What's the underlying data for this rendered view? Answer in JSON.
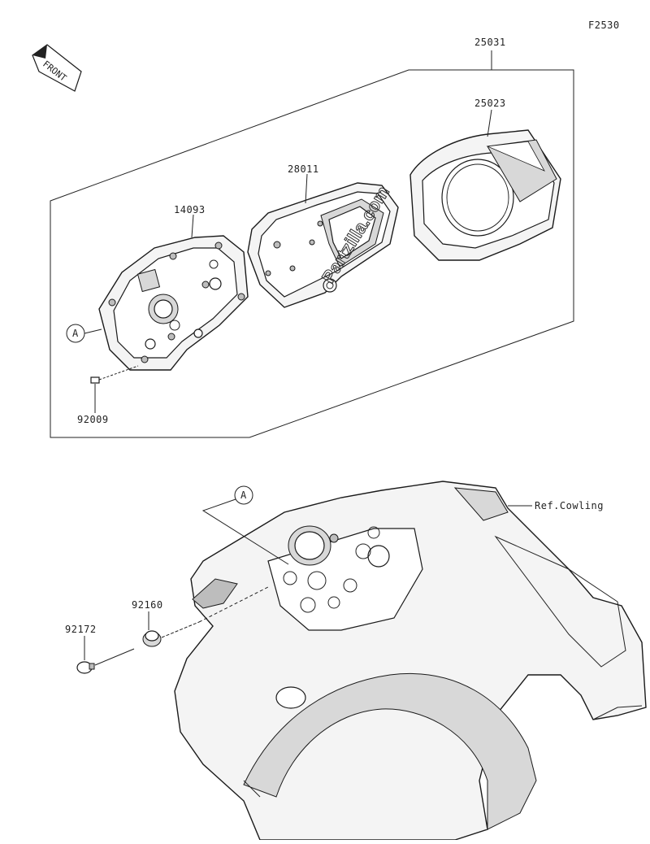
{
  "figure_code": "F2530",
  "front_label": "FRONT",
  "watermark": "Partzilla.com",
  "callouts": {
    "assembly": "25031",
    "lens_cover": "25023",
    "meter_unit": "28011",
    "case": "14093",
    "screw": "92009",
    "screw_lower": "92172",
    "damper": "92160",
    "ref_a_upper": "A",
    "ref_a_lower": "A",
    "ref_cowling": "Ref.Cowling"
  }
}
